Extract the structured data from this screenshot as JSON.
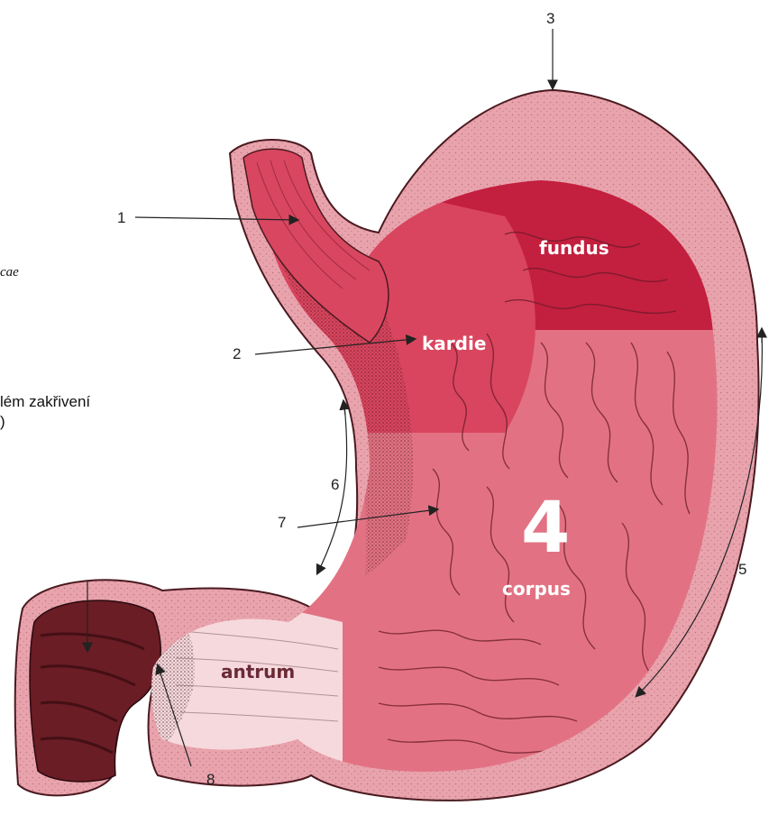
{
  "regions": {
    "fundus": "fundus",
    "cardia": "kardie",
    "body_number": "4",
    "body": "corpus",
    "antrum": "antrum"
  },
  "callouts": [
    "1",
    "2",
    "3",
    "5",
    "6",
    "7",
    "8"
  ],
  "side_text": {
    "italic_fragment": "cae",
    "line1": "lém zakřivení",
    "line2": ")"
  },
  "colors": {
    "outer_wall": "#e9a3ad",
    "fundus_fill": "#c31f3f",
    "mucosa": "#e27283",
    "cardia_fill": "#d9455e",
    "esophagus": "#d94660",
    "antrum_fill": "#f6d9dc",
    "duodenum": "#6a1d24"
  }
}
